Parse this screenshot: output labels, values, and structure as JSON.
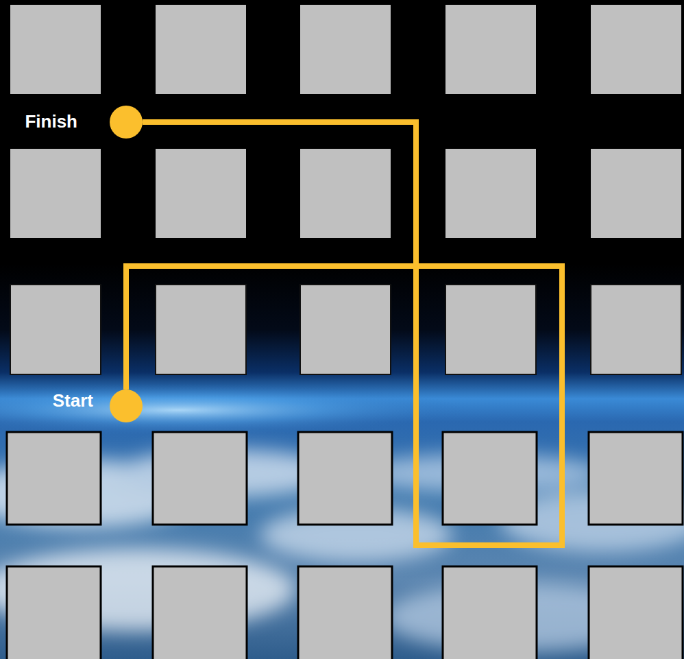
{
  "diagram": {
    "nodes": [
      {
        "text": [
          "Finish"
        ]
      },
      {
        "text": [
          "Start"
        ]
      }
    ],
    "edges": [
      {
        "from": 1,
        "to": 0,
        "arrow": "none"
      }
    ]
  }
}
